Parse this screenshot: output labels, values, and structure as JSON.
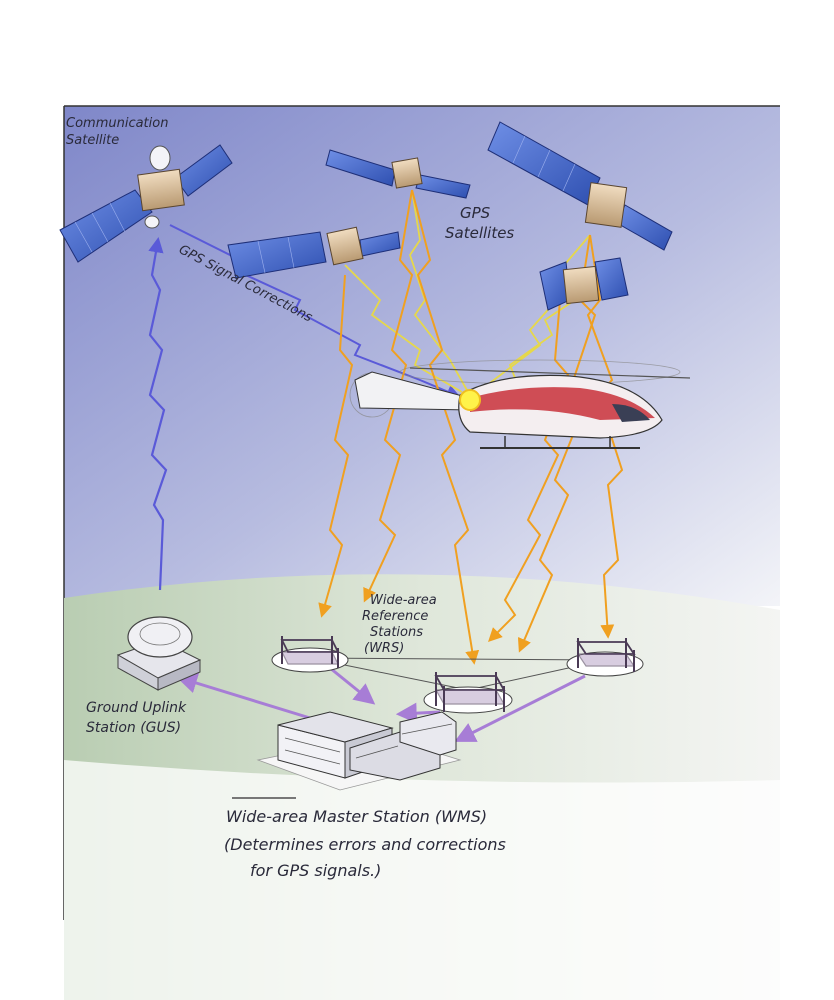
{
  "labels": {
    "comm_sat_line1": "Communication",
    "comm_sat_line2": "Satellite",
    "gps_sat_line1": "GPS",
    "gps_sat_line2": "Satellites",
    "signal_corrections": "GPS Signal Corrections",
    "wrs_line1": "Wide-area",
    "wrs_line2": "Reference",
    "wrs_line3": "Stations",
    "wrs_line4": "(WRS)",
    "gus_line1": "Ground Uplink",
    "gus_line2": "Station (GUS)",
    "wms_line1": "Wide-area Master Station (WMS)",
    "wms_line2": "(Determines errors and corrections",
    "wms_line3": "for GPS signals.)"
  },
  "colors": {
    "sky_top": "#8c93cf",
    "sky_bottom": "#e3e6f2",
    "ground": "#cfdcc8",
    "comm_link": "#5a5ad8",
    "gps_signal": "#f0a020",
    "gps_signal_light": "#e8e060",
    "wms_arrow": "#a77dd6",
    "satellite_panel": "#4a6fd0",
    "helicopter_red": "#c8303a"
  }
}
